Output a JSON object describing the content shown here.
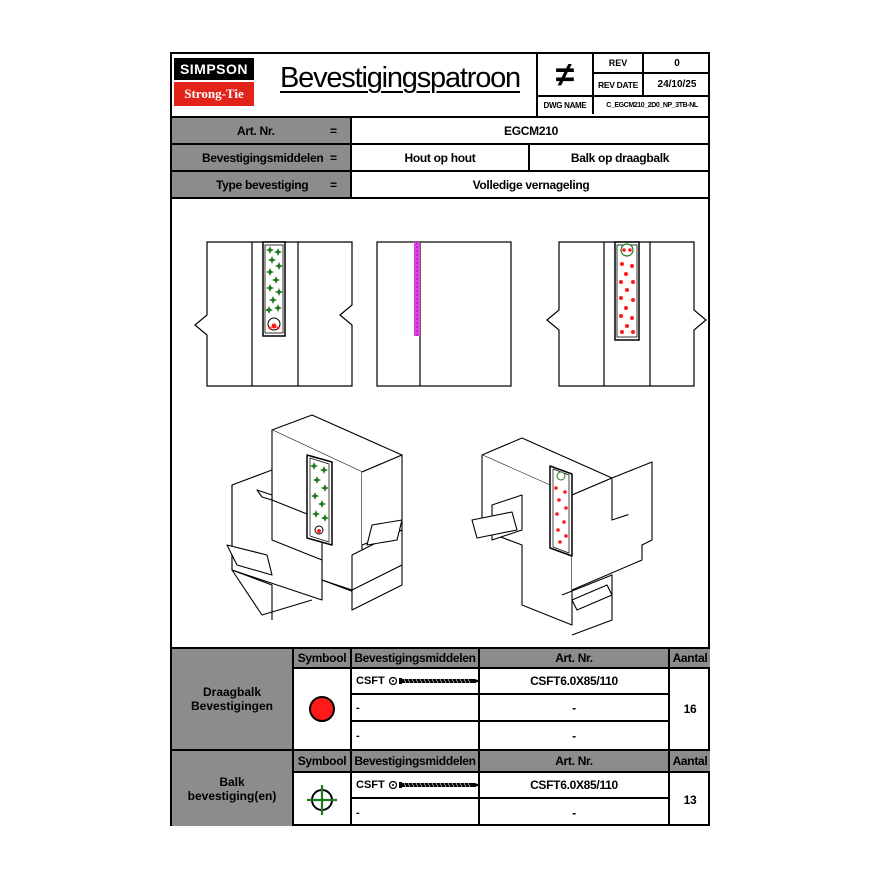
{
  "header": {
    "brand_top": "SIMPSON",
    "brand_bottom": "Strong-Tie",
    "title": "Bevestigingspatroon",
    "rev_label": "REV",
    "rev_value": "0",
    "rev_date_label": "REV DATE",
    "rev_date_value": "24/10/25",
    "dwg_label": "DWG NAME",
    "dwg_value": "C_EGCM210_2D0_NP_3TB-NL",
    "not_equal_symbol": "≠"
  },
  "info": {
    "art_label": "Art. Nr.",
    "art_value": "EGCM210",
    "means_label": "Bevestigingsmiddelen",
    "means_value_1": "Hout op hout",
    "means_value_2": "Balk op draagbalk",
    "type_label": "Type bevestiging",
    "type_value": "Volledige vernageling",
    "equals": "="
  },
  "table1": {
    "side_label_1": "Draagbalk",
    "side_label_2": "Bevestigingen",
    "col_symbol": "Symbool",
    "col_means": "Bevestigingsmiddelen",
    "col_art": "Art. Nr.",
    "col_qty": "Aantal",
    "row1_means": "CSFT",
    "row1_art": "CSFT6.0X85/110",
    "row2_means": "-",
    "row2_art": "-",
    "row3_means": "-",
    "row3_art": "-",
    "qty": "16",
    "symbol": "red-dot"
  },
  "table2": {
    "side_label_1": "Balk",
    "side_label_2": "bevestiging(en)",
    "col_symbol": "Symbool",
    "col_means": "Bevestigingsmiddelen",
    "col_art": "Art. Nr.",
    "col_qty": "Aantal",
    "row1_means": "CSFT",
    "row1_art": "CSFT6.0X85/110",
    "row2_means": "-",
    "row2_art": "-",
    "qty": "13",
    "symbol": "green-crosshair"
  },
  "colors": {
    "brand_red": "#e2231a",
    "grey_header": "#8c8c8c",
    "dot_red": "#ff1a1a",
    "dot_green": "#1f7a1f",
    "magenta": "#e040e0"
  }
}
